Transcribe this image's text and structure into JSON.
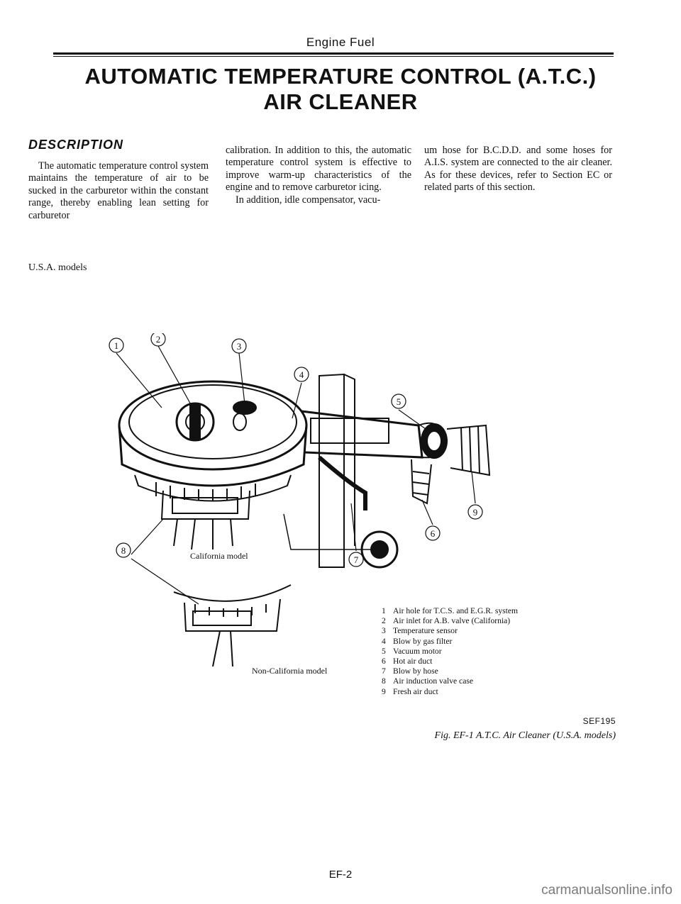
{
  "header": {
    "title": "Engine Fuel"
  },
  "main_title": {
    "line1": "AUTOMATIC TEMPERATURE CONTROL (A.T.C.)",
    "line2": "AIR CLEANER"
  },
  "section": {
    "heading": "DESCRIPTION"
  },
  "body": {
    "col1": "The automatic temperature control system maintains the temperature of air to be sucked in the carburetor within the constant range, thereby enabling lean setting for carburetor",
    "col2_p1": "calibration. In addition to this, the automatic temperature control system is effective to improve warm-up characteristics of the engine and to remove carburetor icing.",
    "col2_p2": "In addition, idle compensator, vacu-",
    "col3": "um hose for B.C.D.D. and some hoses for A.I.S. system are connected to the air cleaner. As for these devices, refer to Section EC or related parts of this section."
  },
  "subheading": "U.S.A. models",
  "figure": {
    "callouts": [
      "1",
      "2",
      "3",
      "4",
      "5",
      "6",
      "7",
      "8",
      "9"
    ],
    "california_label": "California model",
    "non_california_label": "Non-California model"
  },
  "legend": [
    {
      "num": "1",
      "text": "Air hole for T.C.S. and E.G.R. system"
    },
    {
      "num": "2",
      "text": "Air inlet for A.B. valve (California)"
    },
    {
      "num": "3",
      "text": "Temperature sensor"
    },
    {
      "num": "4",
      "text": "Blow by gas filter"
    },
    {
      "num": "5",
      "text": "Vacuum motor"
    },
    {
      "num": "6",
      "text": "Hot air duct"
    },
    {
      "num": "7",
      "text": "Blow by hose"
    },
    {
      "num": "8",
      "text": "Air induction valve case"
    },
    {
      "num": "9",
      "text": "Fresh air duct"
    }
  ],
  "figure_code": "SEF195",
  "figure_caption": "Fig. EF-1 A.T.C. Air Cleaner (U.S.A. models)",
  "page_number": "EF-2",
  "watermark": "carmanualsonline.info"
}
